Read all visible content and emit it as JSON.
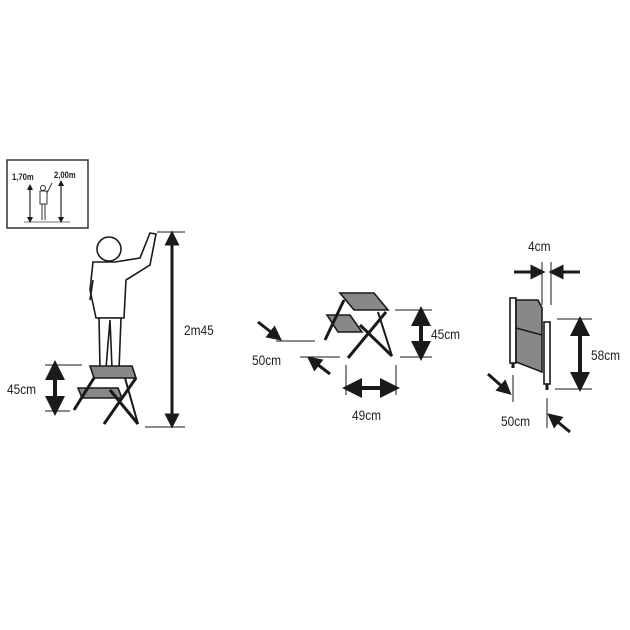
{
  "inset": {
    "short_person": "1,70m",
    "reach": "2,00m"
  },
  "in_use": {
    "total_reach": "2m45",
    "step_height": "45cm"
  },
  "open_stool": {
    "height": "45cm",
    "width": "49cm",
    "depth": "50cm"
  },
  "folded_stool": {
    "thickness": "4cm",
    "height": "58cm",
    "depth": "50cm"
  },
  "colors": {
    "line": "#1a1a1a",
    "step": "#8a8a8a"
  }
}
